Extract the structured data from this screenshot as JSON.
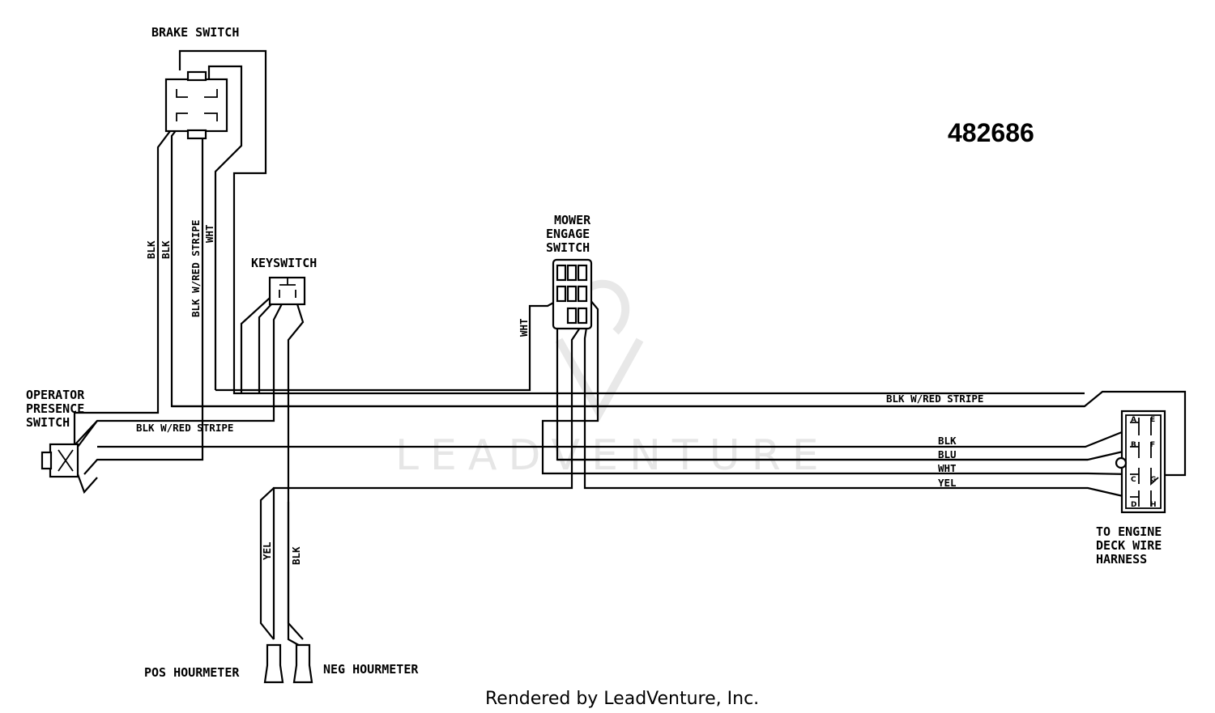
{
  "part_number": "482686",
  "footer": "Rendered by LeadVenture, Inc.",
  "watermark": "LEADVENTURE",
  "components": {
    "brake_switch": "BRAKE SWITCH",
    "keyswitch": "KEYSWITCH",
    "mower_engage_switch": [
      "MOWER",
      "ENGAGE",
      "SWITCH"
    ],
    "operator_presence_switch": [
      "OPERATOR",
      "PRESENCE",
      "SWITCH"
    ],
    "engine_deck_harness": [
      "TO ENGINE",
      "DECK WIRE",
      "HARNESS"
    ],
    "pos_hourmeter": "POS HOURMETER",
    "neg_hourmeter": "NEG HOURMETER"
  },
  "wire_labels": {
    "blk_1": "BLK",
    "blk_2": "BLK",
    "blk_red_vertical": "BLK W/RED STRIPE",
    "wht_brake": "WHT",
    "wht_mower": "WHT",
    "blk_red_long": "BLK W/RED STRIPE",
    "blk_red_left": "BLK W/RED STRIPE",
    "harness_blk": "BLK",
    "harness_blu": "BLU",
    "harness_wht": "WHT",
    "harness_yel": "YEL",
    "hour_yel": "YEL",
    "hour_blk": "BLK"
  },
  "harness_pins": [
    "A",
    "B",
    "C",
    "D",
    "E",
    "F",
    "G",
    "H"
  ]
}
